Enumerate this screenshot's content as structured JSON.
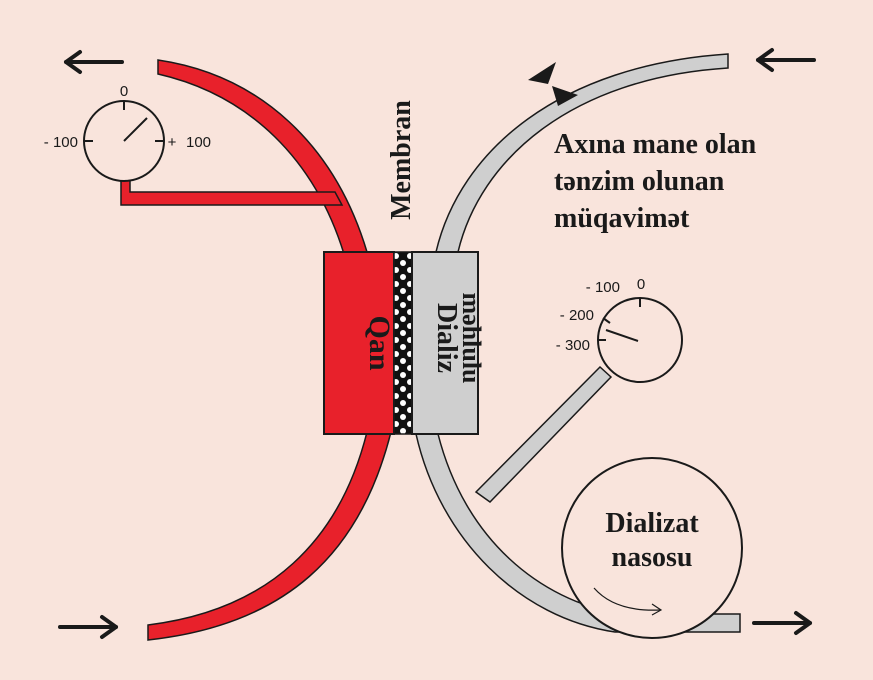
{
  "diagram": {
    "membrane_label": "Membran",
    "blood_label": "Qan",
    "dialysis_label_line1": "Dializ",
    "dialysis_label_line2": "məhlulu",
    "resistance_label_line1": "Axına mane olan",
    "resistance_label_line2": "tənzim olunan",
    "resistance_label_line3": "müqavimət",
    "pump_label_line1": "Dializat",
    "pump_label_line2": "nasosu",
    "blood_gauge": {
      "tick_zero": "0",
      "tick_neg": "- 100",
      "tick_pos": "100",
      "pos_mark": "+"
    },
    "dialysate_gauge": {
      "tick_zero": "0",
      "tick_100": "- 100",
      "tick_200": "- 200",
      "tick_300": "- 300"
    }
  },
  "colors": {
    "background": "#f9e4dc",
    "blood": "#e8212b",
    "dialysate": "#cfcfcf",
    "outline": "#1a1a1a"
  }
}
